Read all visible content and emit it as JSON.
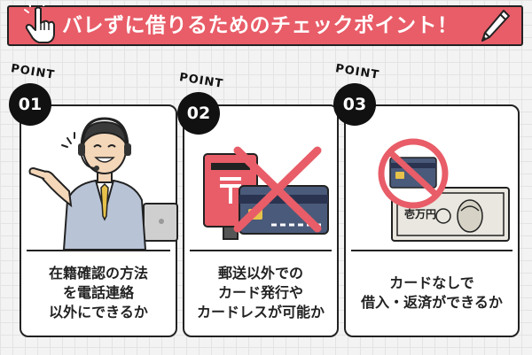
{
  "header": {
    "title": "バレずに借りるためのチェックポイント！",
    "icons": [
      "pointing-hand-icon",
      "pen-icon"
    ],
    "accent_color": "#e85d68"
  },
  "points": [
    {
      "label": "POINT",
      "number": "01",
      "lines": [
        "在籍確認の方法",
        "を電話連絡",
        "以外にできるか"
      ],
      "illustration": "operator-with-headset"
    },
    {
      "label": "POINT",
      "number": "02",
      "lines": [
        "郵送以外での",
        "カード発行や",
        "カードレスが可能か"
      ],
      "illustration": "mailbox-and-card-crossed-out"
    },
    {
      "label": "POINT",
      "number": "03",
      "lines": [
        "カードなしで",
        "借入・返済ができるか"
      ],
      "illustration": "card-prohibited-and-banknote"
    }
  ],
  "banknote_text": "壱万円",
  "banknote_number": "10000"
}
